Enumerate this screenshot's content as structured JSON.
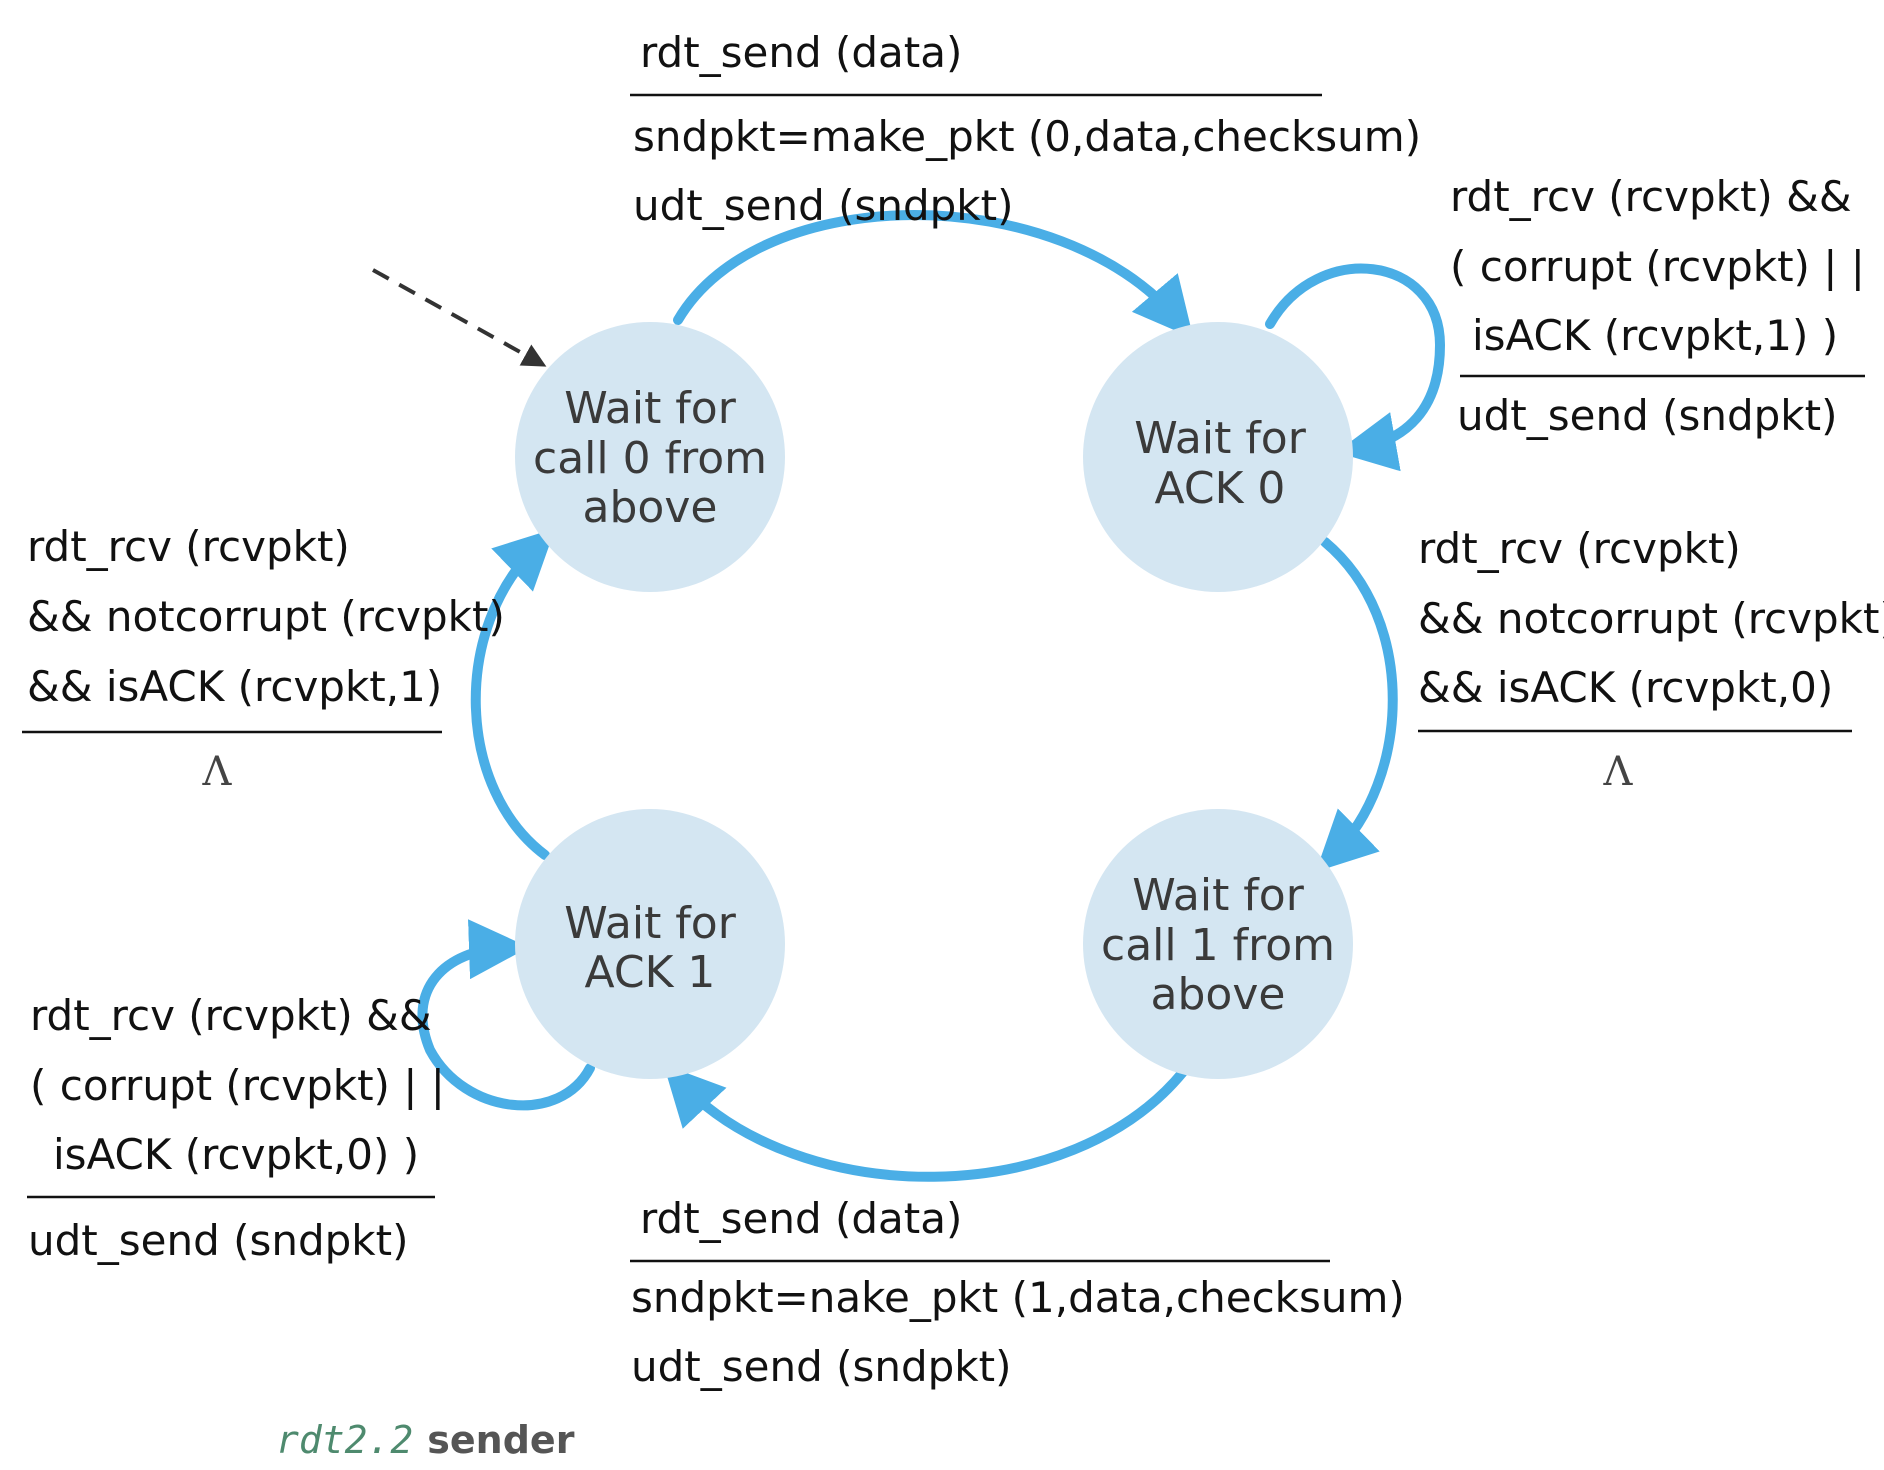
{
  "states": {
    "wait_call_0": [
      "Wait for",
      "call 0 from",
      "above"
    ],
    "wait_ack_0": [
      "Wait for",
      "ACK 0"
    ],
    "wait_call_1": [
      "Wait for",
      "call 1 from",
      "above"
    ],
    "wait_ack_1": [
      "Wait for",
      "ACK 1"
    ]
  },
  "transitions": {
    "call0_to_ack0": {
      "event": "rdt_send (data)",
      "actions": [
        "sndpkt=make_pkt (0,data,checksum)",
        "udt_send (sndpkt)"
      ]
    },
    "ack0_self": {
      "event": [
        "rdt_rcv (rcvpkt) &&",
        "( corrupt (rcvpkt) | |",
        "isACK (rcvpkt,1) )"
      ],
      "action": "udt_send (sndpkt)"
    },
    "ack0_to_call1": {
      "event": [
        "rdt_rcv (rcvpkt)",
        "&& notcorrupt (rcvpkt)",
        "&& isACK (rcvpkt,0)"
      ],
      "action": "Λ"
    },
    "call1_to_ack1": {
      "event": "rdt_send (data)",
      "actions": [
        "sndpkt=nake_pkt (1,data,checksum)",
        "udt_send (sndpkt)"
      ]
    },
    "ack1_self": {
      "event": [
        "rdt_rcv (rcvpkt) &&",
        "( corrupt (rcvpkt) | |",
        "isACK (rcvpkt,0) )"
      ],
      "action": "udt_send (sndpkt)"
    },
    "ack1_to_call0": {
      "event": [
        "rdt_rcv (rcvpkt)",
        "&& notcorrupt (rcvpkt)",
        "&& isACK (rcvpkt,1)"
      ],
      "action": "Λ"
    }
  },
  "caption": {
    "code": "rdt2.2",
    "text": "sender"
  },
  "colors": {
    "arrow": "#4aaee6",
    "state_fill": "#d4e6f2",
    "state_text": "#3a3a3a",
    "caption_code": "#4e8a6e"
  }
}
